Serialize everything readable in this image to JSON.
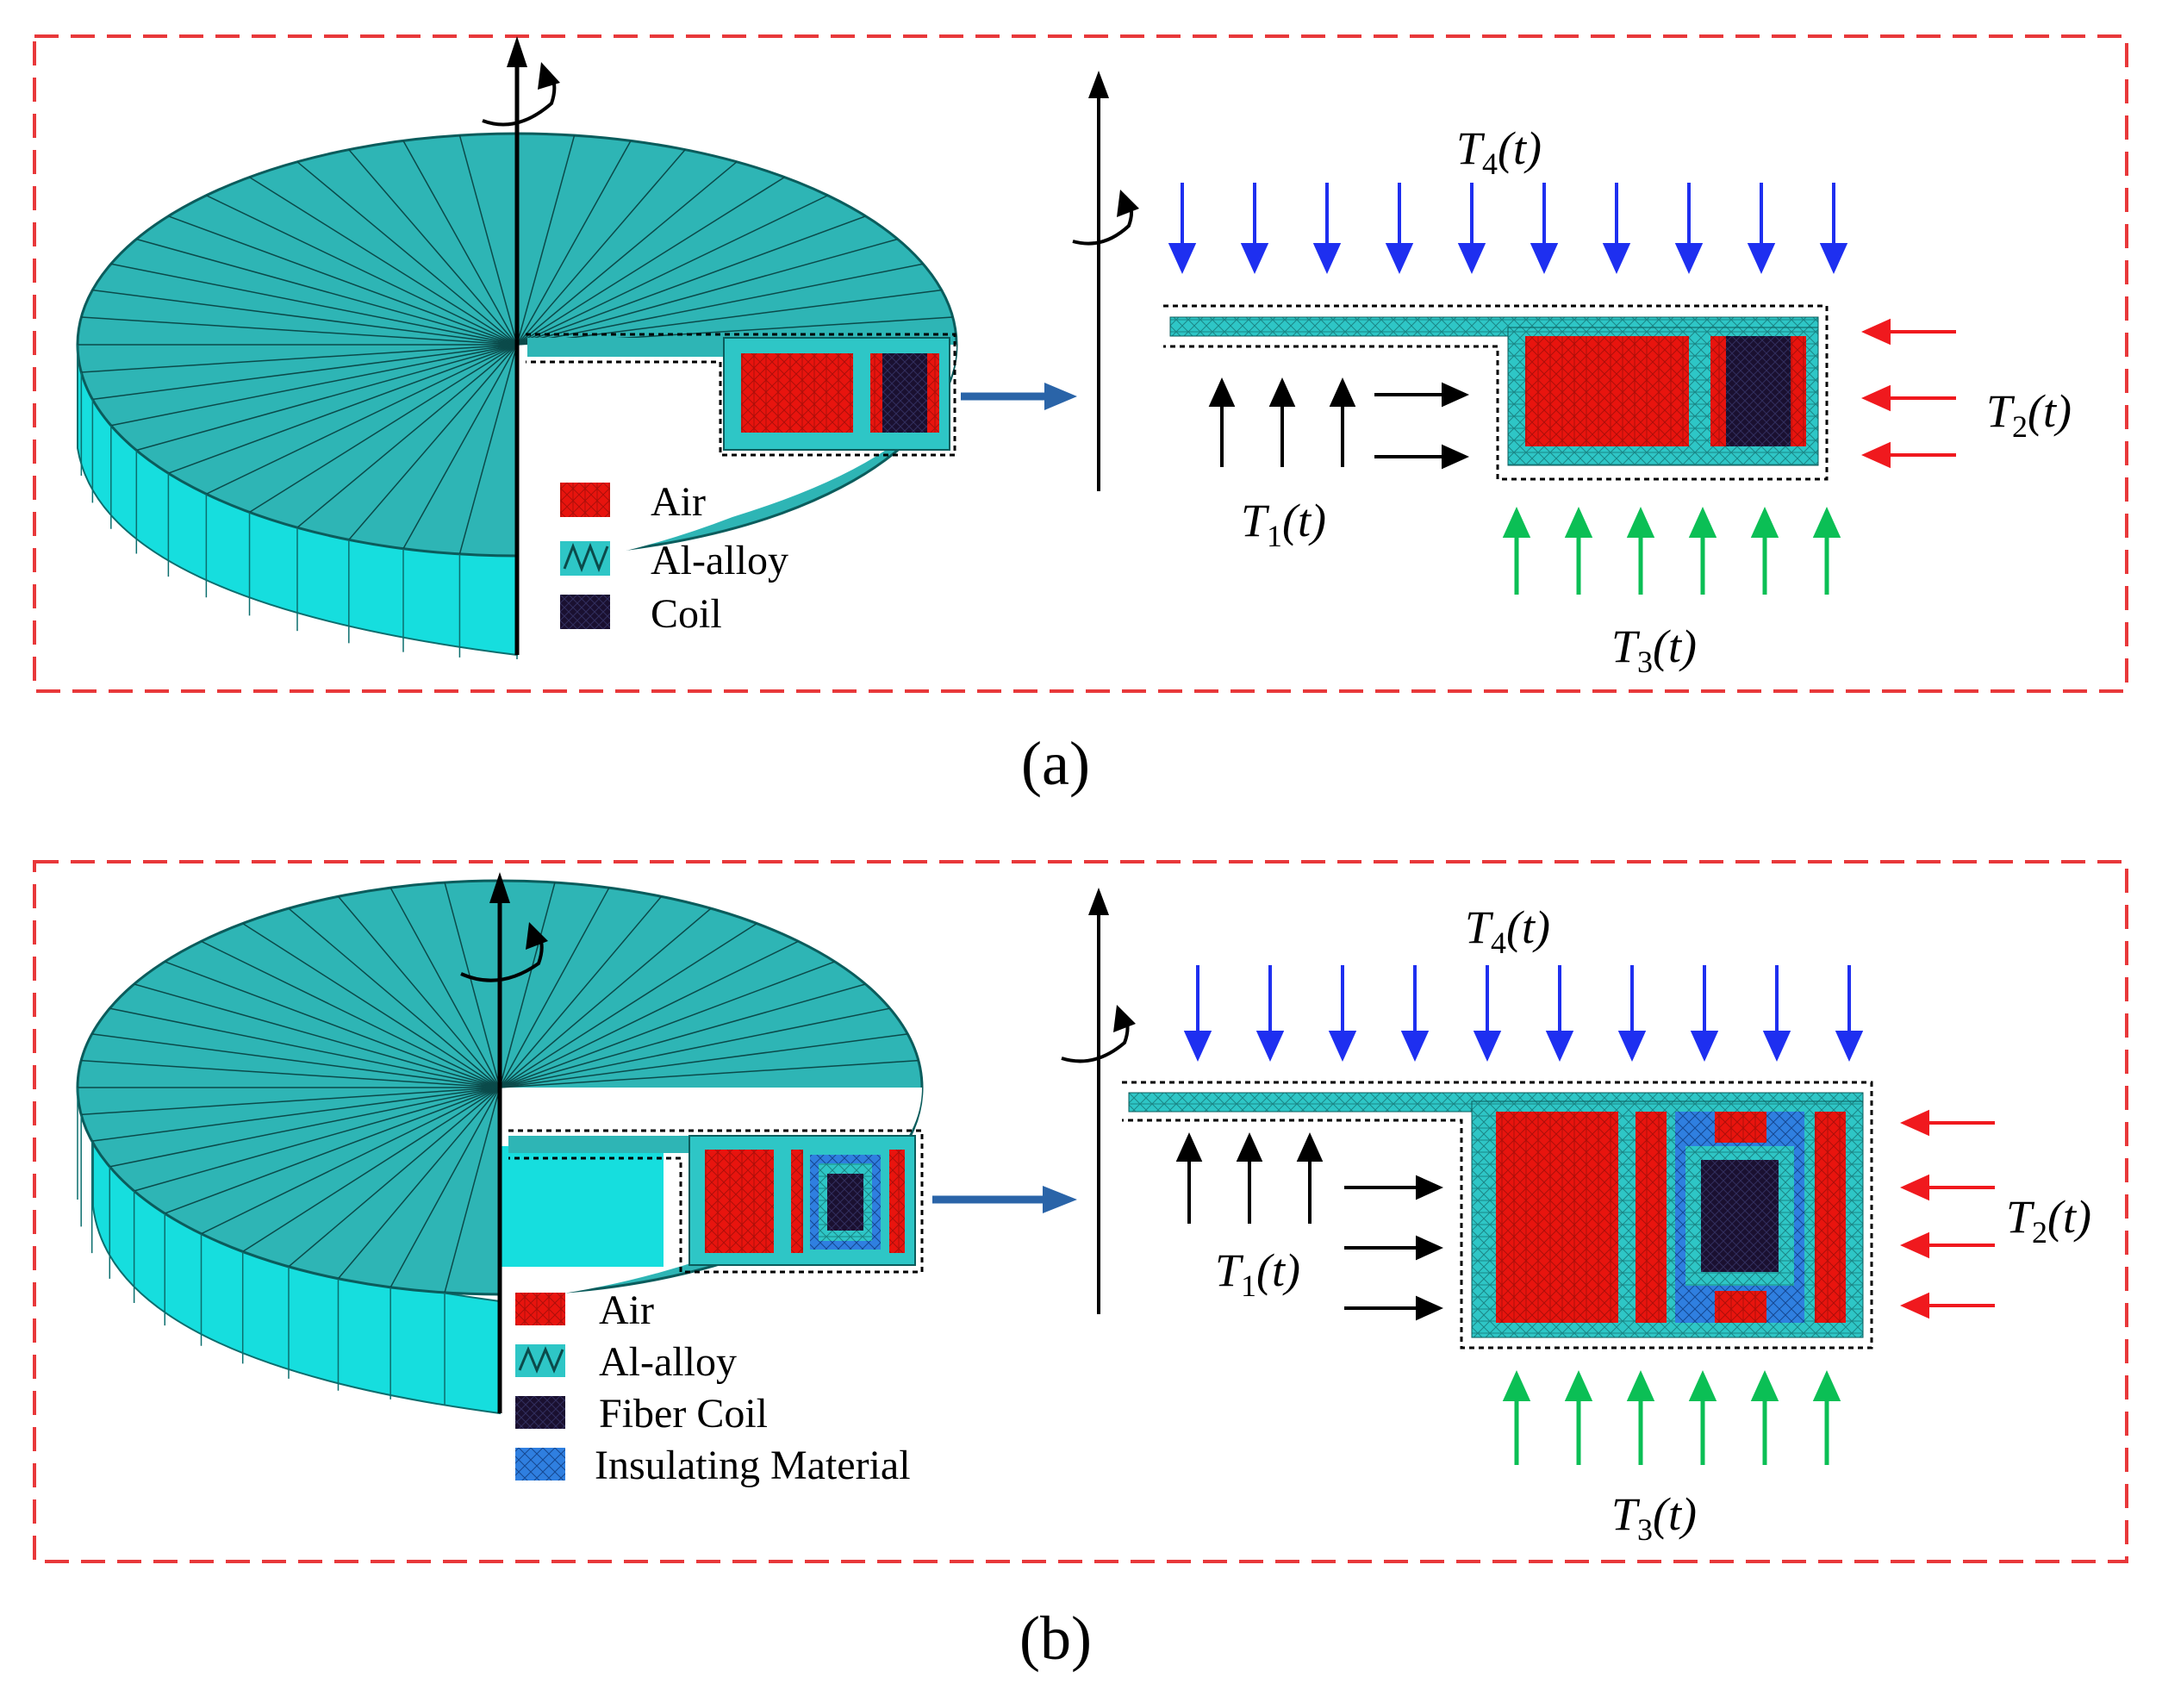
{
  "colors": {
    "frame": "#e8383a",
    "teal": "#2eb5b5",
    "teal_side": "#16dede",
    "air": "#e8140e",
    "coil": "#1a1030",
    "insulating": "#2f7fe0",
    "blue_arrow": "#1e2ff0",
    "red_arrow": "#f0191e",
    "green_arrow": "#0bbf55",
    "link_arrow": "#2a64a8"
  },
  "icons": [
    "rotation-axis-icon",
    "rotation-arrow-icon",
    "heat-flux-arrow-icon",
    "mesh-swatch-icon"
  ],
  "panel_a": {
    "label": "(a)",
    "legend": [
      "Air",
      "Al-alloy",
      "Coil"
    ],
    "boundary_labels": {
      "t1": {
        "var": "T",
        "sub": "1",
        "arg": "(t)"
      },
      "t2": {
        "var": "T",
        "sub": "2",
        "arg": "(t)"
      },
      "t3": {
        "var": "T",
        "sub": "3",
        "arg": "(t)"
      },
      "t4": {
        "var": "T",
        "sub": "4",
        "arg": "(t)"
      }
    }
  },
  "panel_b": {
    "label": "(b)",
    "legend": [
      "Air",
      "Al-alloy",
      "Fiber Coil",
      "Insulating Material"
    ],
    "boundary_labels": {
      "t1": {
        "var": "T",
        "sub": "1",
        "arg": "(t)"
      },
      "t2": {
        "var": "T",
        "sub": "2",
        "arg": "(t)"
      },
      "t3": {
        "var": "T",
        "sub": "3",
        "arg": "(t)"
      },
      "t4": {
        "var": "T",
        "sub": "4",
        "arg": "(t)"
      }
    }
  }
}
